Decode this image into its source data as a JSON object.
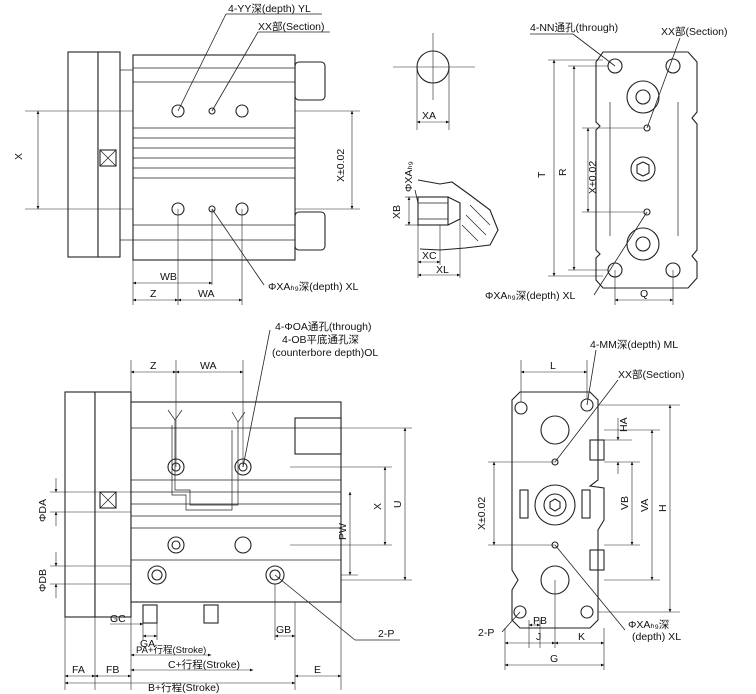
{
  "top_left": {
    "yy_label": "4-YY深(depth) YL",
    "xx_section": "XX部(Section)",
    "x": "X",
    "x_tol": "X±0.02",
    "wb": "WB",
    "z": "Z",
    "wa": "WA",
    "xa_depth": "ΦXAₕ₉深(depth) XL"
  },
  "top_mid": {
    "xa": "XA",
    "xa_dia": "ΦXAₕ₉",
    "xb": "XB",
    "xc": "XC",
    "xl": "XL"
  },
  "top_right": {
    "nn_label": "4-NN通孔(through)",
    "xx_section": "XX部(Section)",
    "t": "T",
    "r": "R",
    "x_tol": "X±0.02",
    "xa_depth": "ΦXAₕ₉深(depth) XL",
    "q": "Q"
  },
  "bottom_left": {
    "oa_label": "4-ΦOA通孔(through)",
    "ob_label": "4-OB平底通孔深",
    "cb_label": "(counterbore depth)OL",
    "z": "Z",
    "wa": "WA",
    "da": "ΦDA",
    "db": "ΦDB",
    "pw": "PW",
    "x": "X",
    "u": "U",
    "gc": "GC",
    "ga": "GA",
    "gb": "GB",
    "pa_stroke": "PA+行程(Stroke)",
    "c_stroke": "C+行程(Stroke)",
    "b_stroke": "B+行程(Stroke)",
    "fa": "FA",
    "fb": "FB",
    "e": "E",
    "p2": "2-P"
  },
  "bottom_right": {
    "mm_label": "4-MM深(depth) ML",
    "xx_section": "XX部(Section)",
    "l": "L",
    "ha": "HA",
    "vb": "VB",
    "va": "VA",
    "h": "H",
    "x_tol": "X±0.02",
    "p2": "2-P",
    "pb": "PB",
    "j": "J",
    "k": "K",
    "g": "G",
    "xa_depth": "ΦXAₕ₉深",
    "xl_depth": "(depth) XL"
  }
}
